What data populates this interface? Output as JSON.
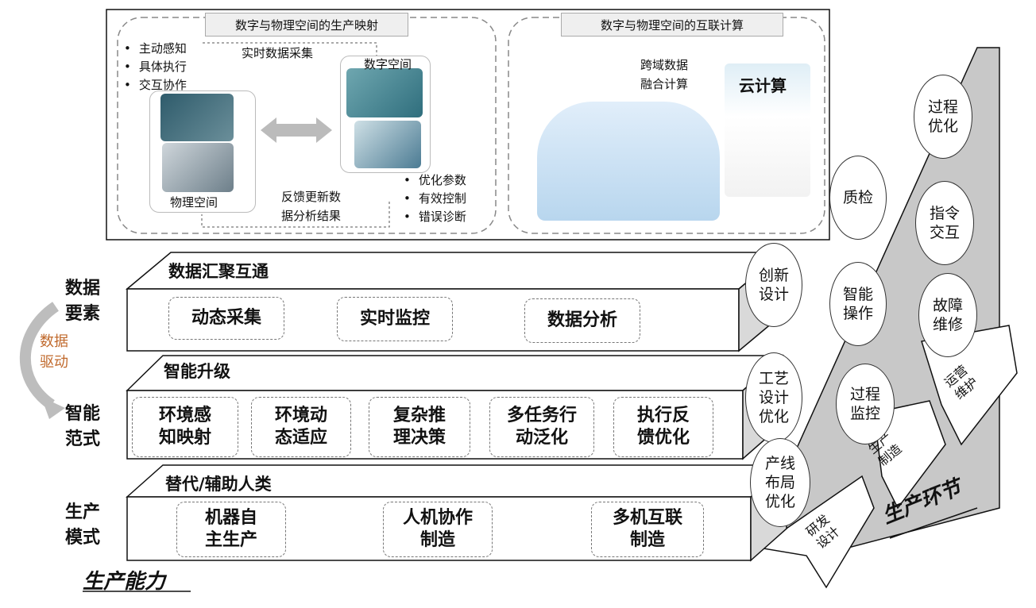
{
  "top_panel": {
    "left_section": {
      "title": "数字与物理空间的生产映射",
      "bullets_left": [
        "主动感知",
        "具体执行",
        "交互协作"
      ],
      "realtime_caption": "实时数据采集",
      "physical_label": "物理空间",
      "digital_label": "数字空间",
      "feedback_caption_line1": "反馈更新数",
      "feedback_caption_line2": "据分析结果",
      "bullets_right": [
        "优化参数",
        "有效控制",
        "错误诊断"
      ]
    },
    "right_section": {
      "title": "数字与物理空间的互联计算",
      "crossdomain_line1": "跨域数据",
      "crossdomain_line2": "融合计算",
      "cloud_label": "云计算"
    }
  },
  "layers": {
    "data": {
      "header": "数据汇聚互通",
      "side_label_line1": "数据",
      "side_label_line2": "要素",
      "items": [
        "动态采集",
        "实时监控",
        "数据分析"
      ]
    },
    "intel": {
      "header": "智能升级",
      "side_label_line1": "智能",
      "side_label_line2": "范式",
      "items": [
        {
          "l1": "环境感",
          "l2": "知映射"
        },
        {
          "l1": "环境动",
          "l2": "态适应"
        },
        {
          "l1": "复杂推",
          "l2": "理决策"
        },
        {
          "l1": "多任务行",
          "l2": "动泛化"
        },
        {
          "l1": "执行反",
          "l2": "馈优化"
        }
      ]
    },
    "prod": {
      "header": "替代/辅助人类",
      "side_label_line1": "生产",
      "side_label_line2": "模式",
      "items": [
        {
          "l1": "机器自",
          "l2": "主生产"
        },
        {
          "l1": "人机协作",
          "l2": "制造"
        },
        {
          "l1": "多机互联",
          "l2": "制造"
        }
      ]
    }
  },
  "driver_label_line1": "数据",
  "driver_label_line2": "驱动",
  "bottom_left_label": "生产能力",
  "bottom_right_label": "生产环节",
  "stair_labels": {
    "rd_l1": "研发",
    "rd_l2": "设计",
    "mf_l1": "生产",
    "mf_l2": "制造",
    "om_l1": "运营",
    "om_l2": "维护"
  },
  "ellipses": {
    "process_opt": {
      "l1": "过程",
      "l2": "优化"
    },
    "qc": {
      "l1": "质检"
    },
    "cmd": {
      "l1": "指令",
      "l2": "交互"
    },
    "innov": {
      "l1": "创新",
      "l2": "设计"
    },
    "smart_op": {
      "l1": "智能",
      "l2": "操作"
    },
    "fault": {
      "l1": "故障",
      "l2": "维修"
    },
    "craft": {
      "l1": "工艺",
      "l2": "设计",
      "l3": "优化"
    },
    "proc_mon": {
      "l1": "过程",
      "l2": "监控"
    },
    "layout": {
      "l1": "产线",
      "l2": "布局",
      "l3": "优化"
    }
  },
  "colors": {
    "driver_text": "#c0692c",
    "arrow_gray": "#bdbdbd",
    "stair_side": "#c8c8c8"
  }
}
